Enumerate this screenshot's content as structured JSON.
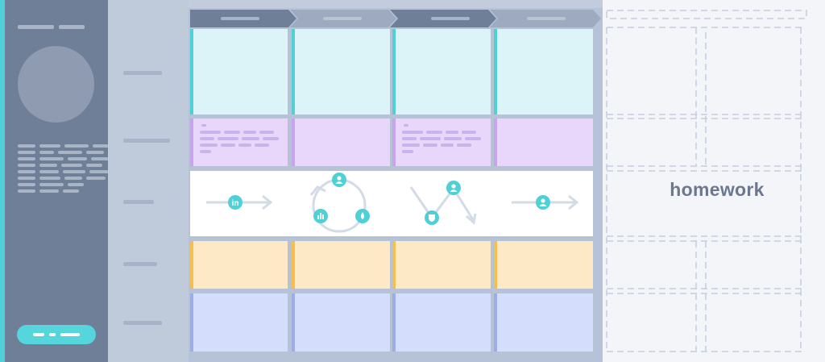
{
  "board": {
    "lanes": [
      "teal",
      "purple",
      "journey",
      "orange",
      "blue"
    ],
    "columns": 4,
    "phase_colors": [
      "#6f7f97",
      "#9eaac0",
      "#6f7f97",
      "#9eaac0"
    ]
  },
  "journey_icons": [
    [
      "linkedin-icon"
    ],
    [
      "person-icon",
      "chart-icon",
      "drop-icon"
    ],
    [
      "shield-icon",
      "person-icon"
    ],
    [
      "person-icon"
    ]
  ],
  "colors": {
    "teal_accent": "#4fd0d6",
    "teal_card": "#dcf3f7",
    "purple_card": "#e8d6fb",
    "purple_accent": "#c8a4ee",
    "orange_card": "#fde9c6",
    "orange_accent": "#f6bd4f",
    "blue_card": "#d4defc",
    "blue_accent": "#9dafe2",
    "icon": "#4fd0d6"
  },
  "right_panel": {
    "label": "homework"
  }
}
